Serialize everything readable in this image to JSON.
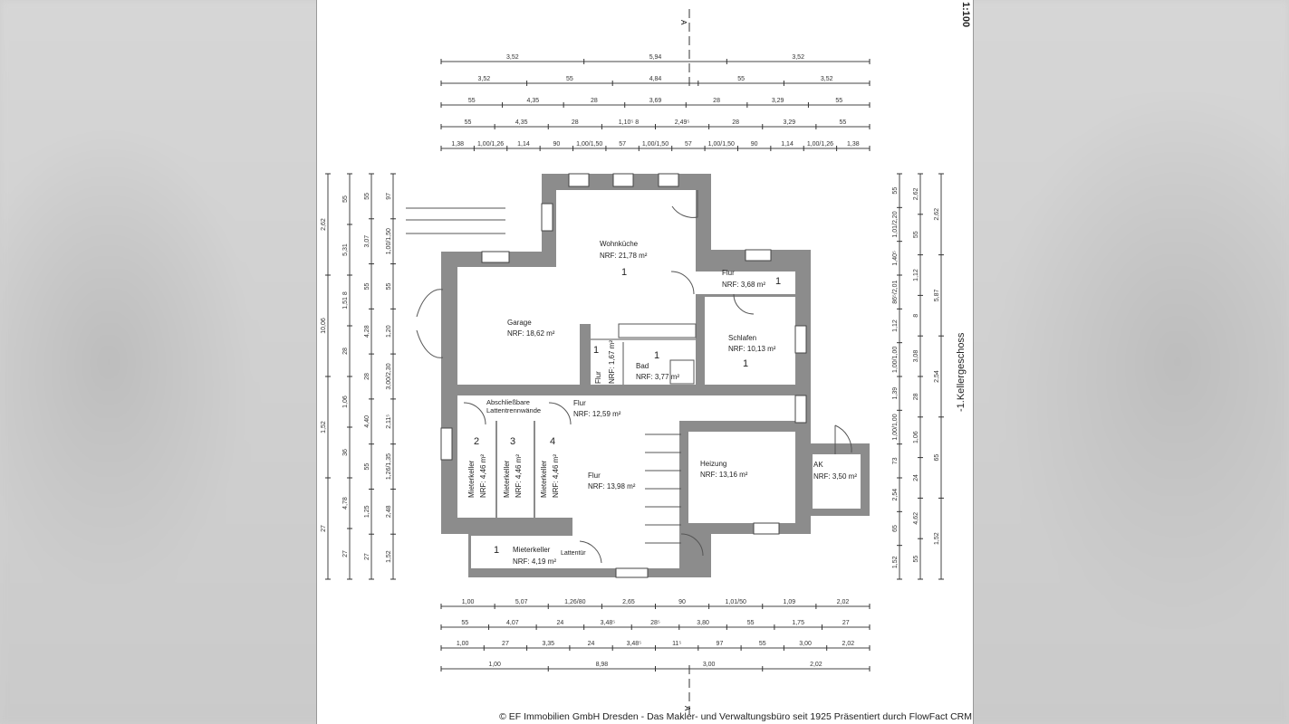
{
  "viewer": {
    "credit": "© EF Immobilien GmbH Dresden - Das Makler- und Verwaltungsbüro seit 1925 Präsentiert durch FlowFact CRM"
  },
  "plan": {
    "scale": "1:100",
    "floor": "-1.Kellergeschoss",
    "section_marker": "A",
    "wall_color": "#8c8c8c",
    "rooms": [
      {
        "name": "Wohnküche",
        "area": "NRF: 21,78 m²",
        "unit": "1"
      },
      {
        "name": "Garage",
        "area": "NRF: 18,62 m²"
      },
      {
        "name": "Flur",
        "area": "NRF: 3,68 m²",
        "unit": "1"
      },
      {
        "name": "Schlafen",
        "area": "NRF: 10,13 m²",
        "unit": "1"
      },
      {
        "name": "Bad",
        "area": "NRF: 3,77 m²",
        "unit": "1"
      },
      {
        "name": "Flur",
        "area": "NRF: 1,67 m²",
        "unit": "1"
      },
      {
        "name": "Flur",
        "area": "NRF: 12,59 m²"
      },
      {
        "name": "Abschließbare Lattentrennwände"
      },
      {
        "name": "Mieterkeller",
        "area": "NRF: 4,46 m²",
        "unit": "2"
      },
      {
        "name": "Mieterkeller",
        "area": "NRF: 4,46 m²",
        "unit": "3"
      },
      {
        "name": "Mieterkeller",
        "area": "NRF: 4,46 m²",
        "unit": "4"
      },
      {
        "name": "Flur",
        "area": "NRF: 13,98 m²"
      },
      {
        "name": "Heizung",
        "area": "NRF: 13,16 m²"
      },
      {
        "name": "AK",
        "area": "NRF: 3,50 m²"
      },
      {
        "name": "Mieterkeller",
        "area": "NRF: 4,19 m²",
        "unit": "1",
        "note": "Lattentür"
      }
    ],
    "dims_top": [
      [
        "3,52",
        "5,94",
        "3,52"
      ],
      [
        "3,52",
        "55",
        "4,84",
        "55",
        "3,52"
      ],
      [
        "55",
        "4,35",
        "28",
        "3,69",
        "28",
        "3,29",
        "55"
      ],
      [
        "55",
        "4,35",
        "28",
        "1,10⁵ 8",
        "2,49⁵",
        "28",
        "3,29",
        "55"
      ],
      [
        "1,38",
        "1,00/1,26",
        "1,14",
        "90",
        "1,00/1,50",
        "57",
        "1,00/1,50",
        "57",
        "1,00/1,50",
        "90",
        "1,14",
        "1,00/1,26",
        "1,38"
      ]
    ],
    "dims_bottom": [
      [
        "1,00",
        "5,07",
        "1,26/80",
        "2,65",
        "90",
        "1,01/50",
        "1,09",
        "2,02"
      ],
      [
        "55",
        "4,07",
        "24",
        "3,48⁵",
        "28⁵",
        "3,80",
        "55",
        "1,75",
        "27"
      ],
      [
        "1,00",
        "27",
        "3,35",
        "24",
        "3,48⁵",
        "11⁵",
        "97",
        "55",
        "3,00",
        "2,02"
      ],
      [
        "1,00",
        "8,98",
        "3,00",
        "2,02"
      ]
    ],
    "dims_left": [
      [
        "2,62",
        "10,06",
        "1,52",
        "27"
      ],
      [
        "55",
        "5,31",
        "1,51 8",
        "28",
        "1,06",
        "36",
        "4,78",
        "27"
      ],
      [
        "55",
        "3,07",
        "55",
        "4,28",
        "28",
        "4,40",
        "55",
        "1,25",
        "27"
      ],
      [
        "97",
        "1,00/1,50",
        "55",
        "1,20",
        "3,00/2,30",
        "2,11⁵",
        "1,26/1,35",
        "2,48",
        "1,52"
      ]
    ],
    "dims_right": [
      [
        "55",
        "1,01/2,20",
        "1,40⁵",
        "86⁵/2,01",
        "1,12",
        "1,00/1,00",
        "1,39",
        "1,00/1,00",
        "73",
        "2,54",
        "65",
        "1,52"
      ],
      [
        "2,62",
        "55",
        "1,12",
        "8",
        "3,08",
        "28",
        "1,06",
        "24",
        "4,62",
        "55"
      ],
      [
        "2,62",
        "5,87",
        "2,54",
        "65",
        "1,52"
      ]
    ]
  }
}
